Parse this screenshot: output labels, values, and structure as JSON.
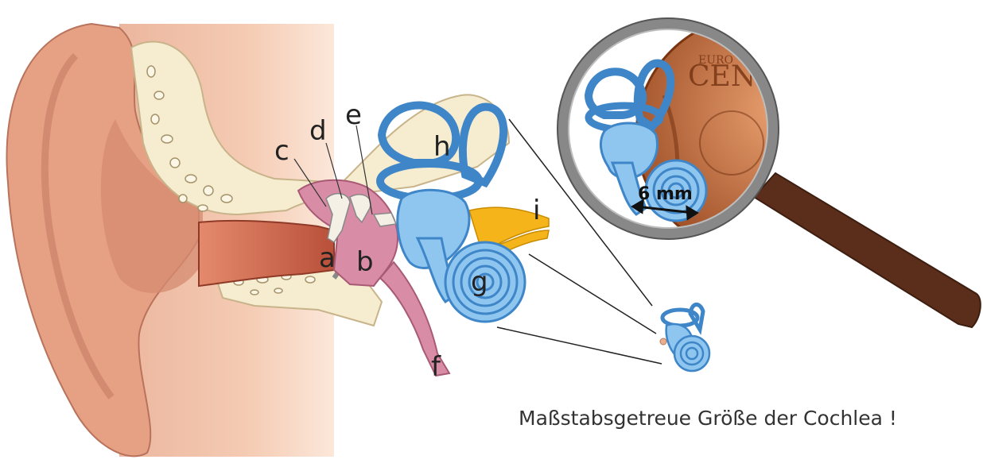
{
  "labels": {
    "a": "a",
    "b": "b",
    "c": "c",
    "d": "d",
    "e": "e",
    "f": "f",
    "g": "g",
    "h": "h",
    "i": "i"
  },
  "scale_text": "6 mm",
  "caption": "Maßstabsgetreue Größe der Cochlea !",
  "colors": {
    "skin": "#f0b89c",
    "skin_dark": "#d9937a",
    "bone": "#f6ecd0",
    "canal": "#d06b4c",
    "middle_ear": "#d98ca6",
    "labyrinth": "#72b6e8",
    "labyrinth_outline": "#4a8fcf",
    "nerve": "#f4b41a",
    "coin": "#b25a2a",
    "glass_rim": "#8a8a8a",
    "handle": "#5a2e1a"
  }
}
